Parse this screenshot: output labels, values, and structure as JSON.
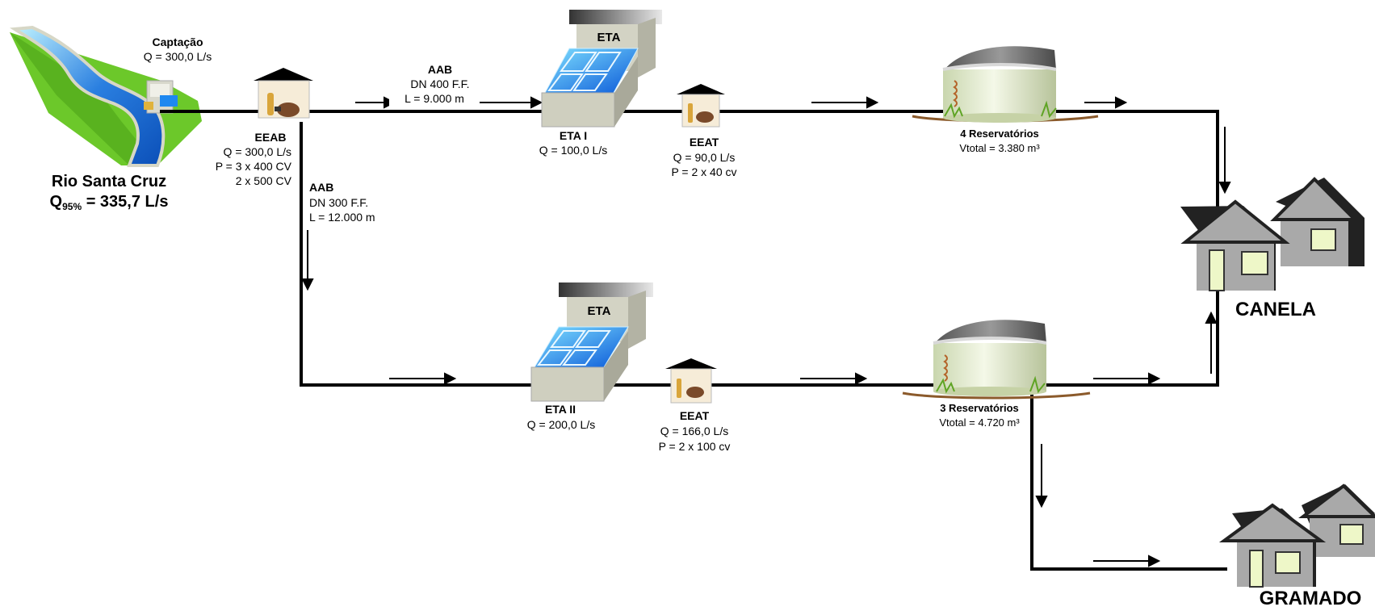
{
  "source": {
    "river_name": "Rio Santa Cruz",
    "flow_symbol": "Q",
    "flow_subscript": "95%",
    "flow_value": " = 335,7 L/s",
    "intake_title": "Captação",
    "intake_flow": "Q = 300,0 L/s"
  },
  "eeab": {
    "title": "EEAB",
    "flow": "Q = 300,0 L/s",
    "power_1": "P = 3 x 400 CV",
    "power_2": "2 x 500 CV"
  },
  "aab_1": {
    "title": "AAB",
    "diameter": "DN 400 F.F.",
    "length": "L = 9.000 m"
  },
  "aab_2": {
    "title": "AAB",
    "diameter": "DN 300 F.F.",
    "length": "L = 12.000 m"
  },
  "eta_1": {
    "sign": "ETA",
    "title": "ETA I",
    "flow": "Q = 100,0 L/s"
  },
  "eta_2": {
    "sign": "ETA",
    "title": "ETA II",
    "flow": "Q = 200,0 L/s"
  },
  "eeat_1": {
    "title": "EEAT",
    "flow": "Q = 90,0 L/s",
    "power": "P = 2 x 40 cv"
  },
  "eeat_2": {
    "title": "EEAT",
    "flow": "Q = 166,0 L/s",
    "power": "P = 2 x 100 cv"
  },
  "reservoir_1": {
    "title": "4 Reservatórios",
    "volume": "Vtotal = 3.380 m³"
  },
  "reservoir_2": {
    "title": "3 Reservatórios",
    "volume": "Vtotal = 4.720 m³"
  },
  "city_1": {
    "name": "CANELA"
  },
  "city_2": {
    "name": "GRAMADO"
  },
  "colors": {
    "pipe": "#000000",
    "river": "#2a7fe0",
    "grass": "#6cc82a",
    "filter_blue": "#1e88f0",
    "tank_body": "#e3ecd0",
    "tank_roof": "#8a8a8a",
    "house_body": "#a9a9a9",
    "house_window": "#eef7c8"
  }
}
